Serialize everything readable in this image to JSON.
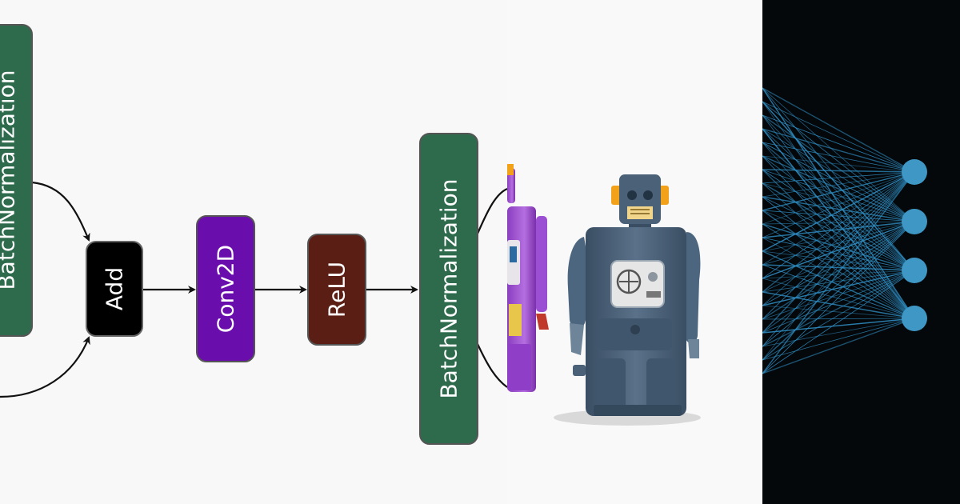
{
  "diagram": {
    "nodes": {
      "batchnorm_top": {
        "label": "BatchNormalization",
        "color": "#2e6b4d"
      },
      "add": {
        "label": "Add",
        "color": "#000000"
      },
      "conv2d": {
        "label": "Conv2D",
        "color": "#6a0dad"
      },
      "relu": {
        "label": "ReLU",
        "color": "#5a1e14"
      },
      "batchnorm_right": {
        "label": "BatchNormalization",
        "color": "#2e6b4d"
      }
    },
    "edge_color": "#111111"
  },
  "photo": {
    "robot_front_color": "#4a6178",
    "robot_back_color": "#a45bd6",
    "accent_color": "#f2a11b"
  },
  "network": {
    "line_color": "#2f8fc5",
    "node_color": "#3e97c4",
    "background_color": "#05080b"
  }
}
